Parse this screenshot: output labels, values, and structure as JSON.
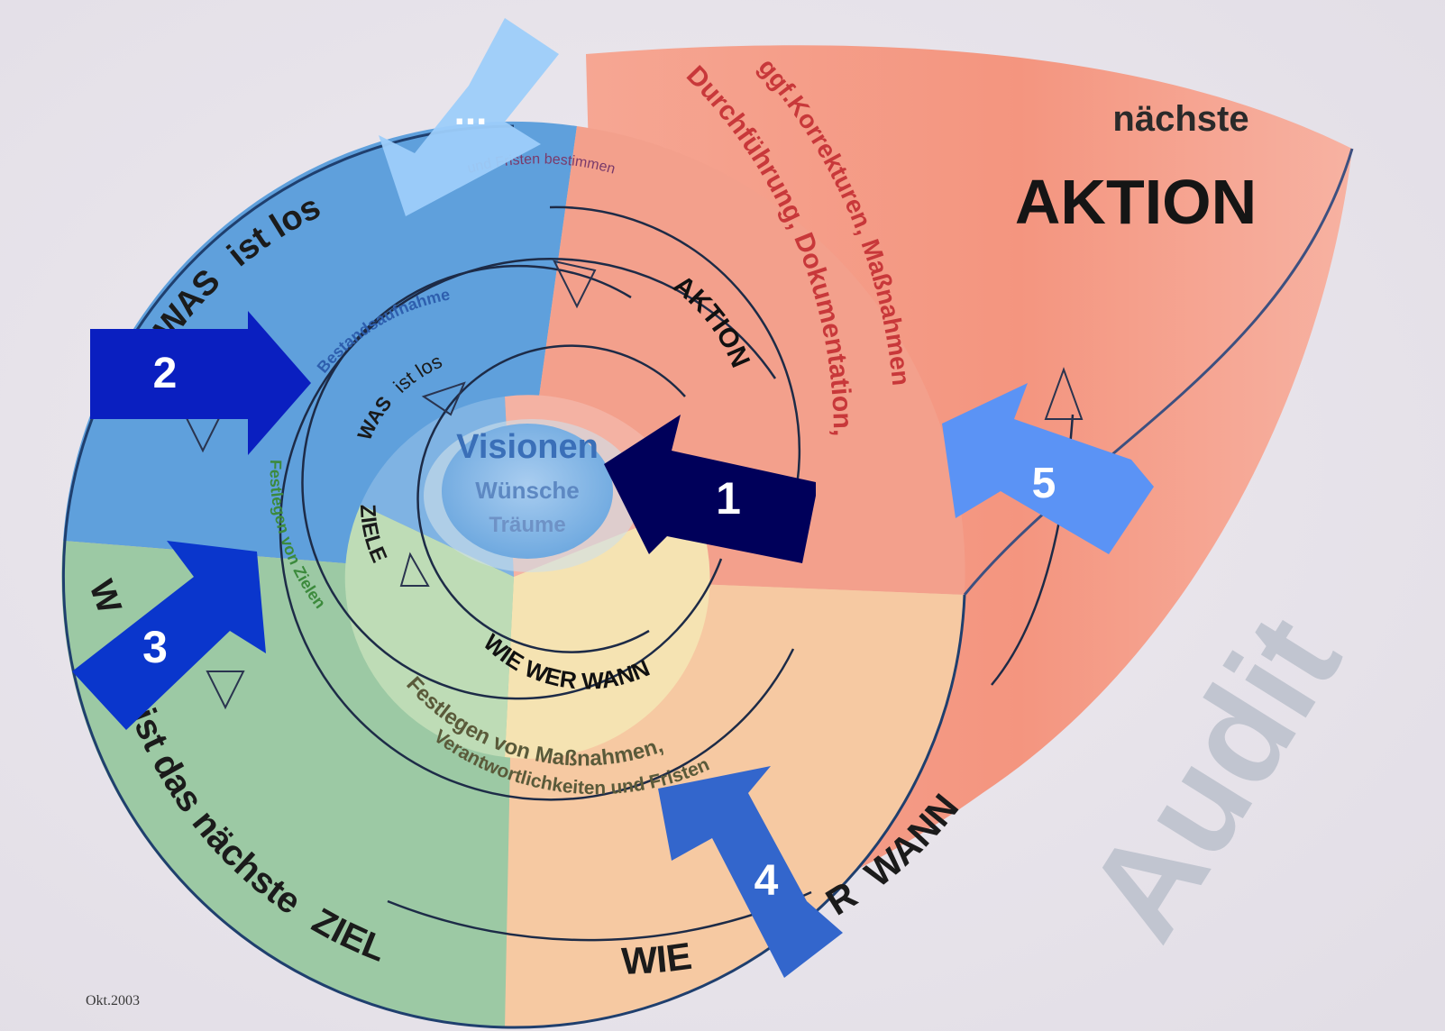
{
  "outer_ring": {
    "was": "WAS",
    "ist_los": "ist los",
    "bottom_text": "ist das nächste",
    "ziel": "ZIEL",
    "wie": "WIE",
    "wer_partial": "R",
    "wann": "WANN",
    "top_partial": "und Fristen bestimmen",
    "blue_partial_letter": "W"
  },
  "middle_ring": {
    "bestandsaufnahme": "Bestandsaufnahme",
    "festlegen_ziele": "Festlegen von Zielen",
    "festlegen_massnahmen": "Festlegen von Maßnahmen,",
    "verantwortlichkeiten": "Verantwortlichkeiten und Fristen",
    "aktion": "AKTION",
    "wie_wer_wann": "WIE  WER  WANN"
  },
  "inner_ring": {
    "was": "WAS",
    "ist_los": "ist los",
    "ziele": "ZIELE"
  },
  "center": {
    "visionen": "Visionen",
    "wuensche": "Wünsche",
    "traeume": "Träume"
  },
  "red_section": {
    "durchfuehrung": "Durchführung, Dokumentation,",
    "korrekturen": "ggf.Korrekturen, Maßnahmen",
    "naechste": "nächste",
    "aktion": "AKTION"
  },
  "audit": "Audit",
  "date": "Okt.2003",
  "callouts": [
    {
      "label": "1",
      "color": "#00005a"
    },
    {
      "label": "2",
      "color": "#0a1fc0"
    },
    {
      "label": "3",
      "color": "#0a36cc"
    },
    {
      "label": "4",
      "color": "#3366cc"
    },
    {
      "label": "5",
      "color": "#5b93f5"
    },
    {
      "label": "...",
      "color": "#9dcdfa"
    }
  ],
  "colors": {
    "background": "#e9e6ed",
    "blue_zone": "#5fa0dc",
    "green_zone": "#9cc9a4",
    "yellow_zone": "#f3e8b0",
    "red_zone": "#f28a78",
    "audit": "#b5bcc8"
  }
}
